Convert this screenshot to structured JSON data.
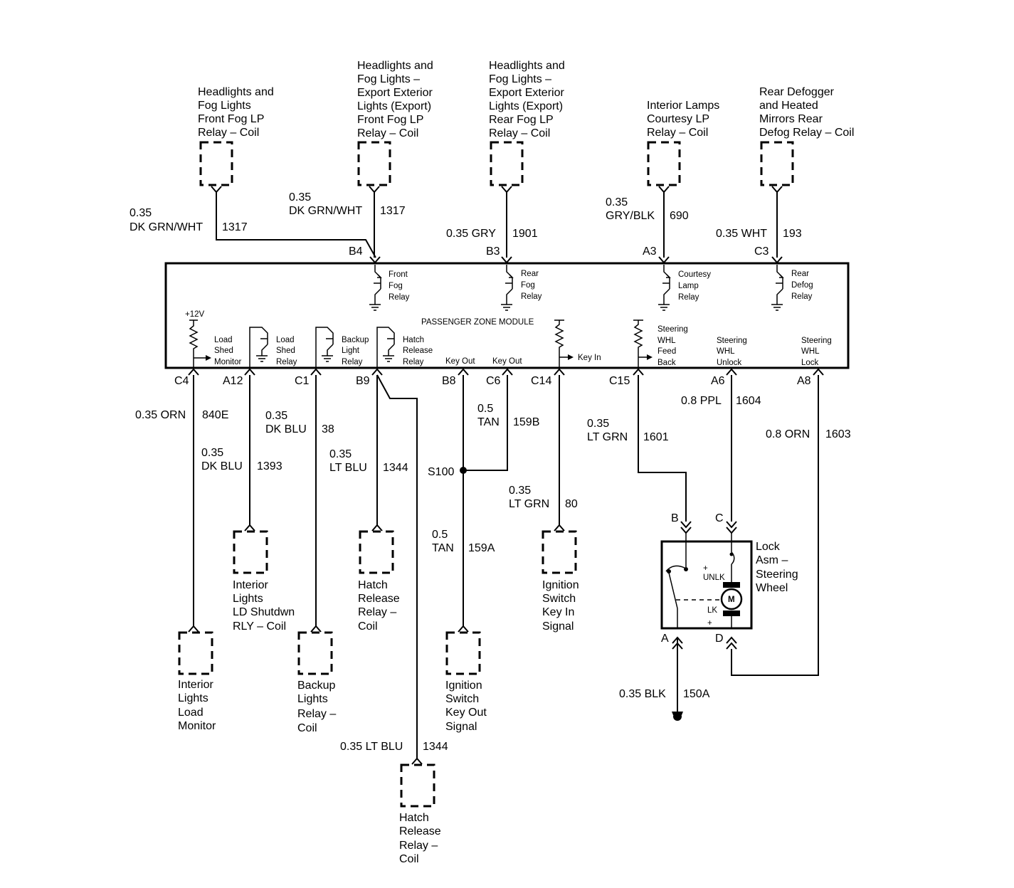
{
  "module": {
    "title": "PASSENGER ZONE MODULE"
  },
  "top_devices": [
    {
      "lines": [
        "Headlights and",
        "Fog Lights",
        "Front Fog LP",
        "Relay – Coil"
      ]
    },
    {
      "lines": [
        "Headlights and",
        "Fog Lights –",
        "Export Exterior",
        "Lights (Export)",
        "Front Fog LP",
        "Relay – Coil"
      ]
    },
    {
      "lines": [
        "Headlights and",
        "Fog Lights –",
        "Export Exterior",
        "Lights (Export)",
        "Rear Fog LP",
        "Relay – Coil"
      ]
    },
    {
      "lines": [
        "Interior Lamps",
        "Courtesy LP",
        "Relay – Coil"
      ]
    },
    {
      "lines": [
        "Rear Defogger",
        "and Heated",
        "Mirrors Rear",
        "Defog Relay – Coil"
      ]
    }
  ],
  "top_wires": [
    {
      "size": "0.35",
      "color": "DK GRN/WHT",
      "circuit": "1317",
      "pin": "B4"
    },
    {
      "size": "0.35",
      "color": "DK GRN/WHT",
      "circuit": "1317"
    },
    {
      "label": "0.35 GRY",
      "circuit": "1901",
      "pin": "B3"
    },
    {
      "size": "0.35",
      "color": "GRY/BLK",
      "circuit": "690",
      "pin": "A3"
    },
    {
      "label": "0.35 WHT",
      "circuit": "193",
      "pin": "C3"
    }
  ],
  "internal_relays": [
    {
      "lines": [
        "Front",
        "Fog",
        "Relay"
      ]
    },
    {
      "lines": [
        "Rear",
        "Fog",
        "Relay"
      ]
    },
    {
      "lines": [
        "Courtesy",
        "Lamp",
        "Relay"
      ]
    },
    {
      "lines": [
        "Rear",
        "Defog",
        "Relay"
      ]
    }
  ],
  "internal_bottom": {
    "plus12v": "+12V",
    "load_shed_monitor": [
      "Load",
      "Shed",
      "Monitor"
    ],
    "load_shed_relay": [
      "Load",
      "Shed",
      "Relay"
    ],
    "backup_light_relay": [
      "Backup",
      "Light",
      "Relay"
    ],
    "hatch_release_relay": [
      "Hatch",
      "Release",
      "Relay"
    ],
    "key_out_1": "Key Out",
    "key_out_2": "Key Out",
    "key_in": "Key In",
    "steering_feed_back": [
      "Steering",
      "WHL",
      "Feed",
      "Back"
    ],
    "steering_unlock": [
      "Steering",
      "WHL",
      "Unlock"
    ],
    "steering_lock": [
      "Steering",
      "WHL",
      "Lock"
    ]
  },
  "bottom_pins": [
    "C4",
    "A12",
    "C1",
    "B9",
    "B8",
    "C6",
    "C14",
    "C15",
    "A6",
    "A8"
  ],
  "bottom_wires": {
    "c4": {
      "label": "0.35 ORN",
      "circuit": "840E"
    },
    "a12": {
      "size": "0.35",
      "color": "DK BLU",
      "circuit": "1393"
    },
    "c1": {
      "size": "0.35",
      "color": "DK BLU",
      "circuit": "38"
    },
    "b9": {
      "size": "0.35",
      "color": "LT BLU",
      "circuit": "1344"
    },
    "c6": {
      "size": "0.5",
      "color": "TAN",
      "circuit": "159B"
    },
    "splice": "S100",
    "b8": {
      "size": "0.5",
      "color": "TAN",
      "circuit": "159A"
    },
    "c14": {
      "size": "0.35",
      "color": "LT GRN",
      "circuit": "80"
    },
    "c15": {
      "size": "0.35",
      "color": "LT GRN",
      "circuit": "1601"
    },
    "a6": {
      "label": "0.8 PPL",
      "circuit": "1604"
    },
    "a8": {
      "label": "0.8 ORN",
      "circuit": "1603"
    },
    "hatch_long": {
      "label": "0.35 LT BLU",
      "circuit": "1344"
    },
    "ground": {
      "label": "0.35 BLK",
      "circuit": "150A"
    }
  },
  "bottom_devices": {
    "interior_lights_ld_shutdown": [
      "Interior",
      "Lights",
      "LD Shutdwn",
      "RLY – Coil"
    ],
    "interior_lights_load_monitor": [
      "Interior",
      "Lights",
      "Load",
      "Monitor"
    ],
    "backup_lights_relay": [
      "Backup",
      "Lights",
      "Relay –",
      "Coil"
    ],
    "hatch_release_relay_1": [
      "Hatch",
      "Release",
      "Relay –",
      "Coil"
    ],
    "hatch_release_relay_2": [
      "Hatch",
      "Release",
      "Relay –",
      "Coil"
    ],
    "ignition_key_out": [
      "Ignition",
      "Switch",
      "Key Out",
      "Signal"
    ],
    "ignition_key_in": [
      "Ignition",
      "Switch",
      "Key In",
      "Signal"
    ]
  },
  "lock_asm": {
    "title": [
      "Lock",
      "Asm –",
      "Steering",
      "Wheel"
    ],
    "pin_b": "B",
    "pin_c": "C",
    "pin_a": "A",
    "pin_d": "D",
    "plus_top": "+",
    "unlk": "UNLK",
    "motor": "M",
    "lk": "LK",
    "plus_bottom": "+"
  }
}
